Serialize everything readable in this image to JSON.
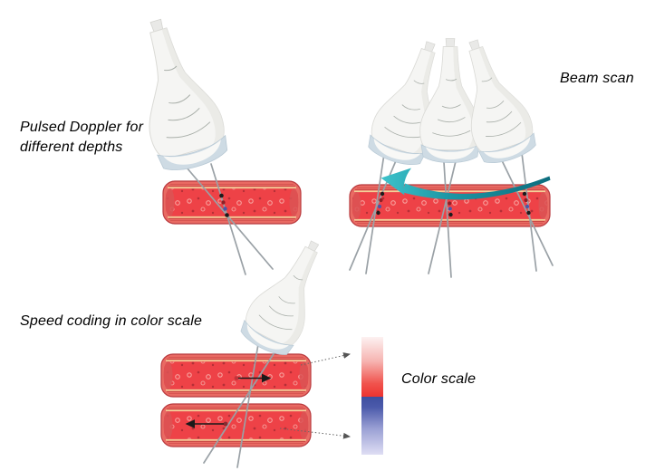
{
  "figure": {
    "background": "#ffffff",
    "labels": {
      "pulsed_doppler": "Pulsed Doppler for different depths",
      "beam_scan": "Beam scan",
      "speed_coding": "Speed coding in color scale",
      "color_scale": "Color scale"
    },
    "colors": {
      "vessel_wall": "#e96a63",
      "vessel_outline": "#b93a3e",
      "vessel_lumen": "#ee4247",
      "vessel_intima_yellow": "#f4df9f",
      "blood_cell_light": "#f7a29e",
      "blood_cell_dark": "#b52f37",
      "probe_body": "#f5f5f3",
      "probe_tip_band": "#cedbe4",
      "beam_gray": "#9aa1a6",
      "scan_arrow_teal_light": "#3ec3cb",
      "scan_arrow_teal_mid": "#1c96a4",
      "scan_arrow_teal_dark": "#0c6c7d",
      "sample_gate_black": "#1c1c1c",
      "sample_gate_red": "#8e1f26",
      "sample_gate_blue": "#4a57a8",
      "scale_red_top": "#fdf1f1",
      "scale_red_bottom": "#ee3330",
      "scale_blue_top": "#3e4fa0",
      "scale_blue_bottom": "#dfdef4",
      "flow_arrow_black": "#1a1a1a",
      "leader_arrow_gray": "#666666"
    }
  }
}
